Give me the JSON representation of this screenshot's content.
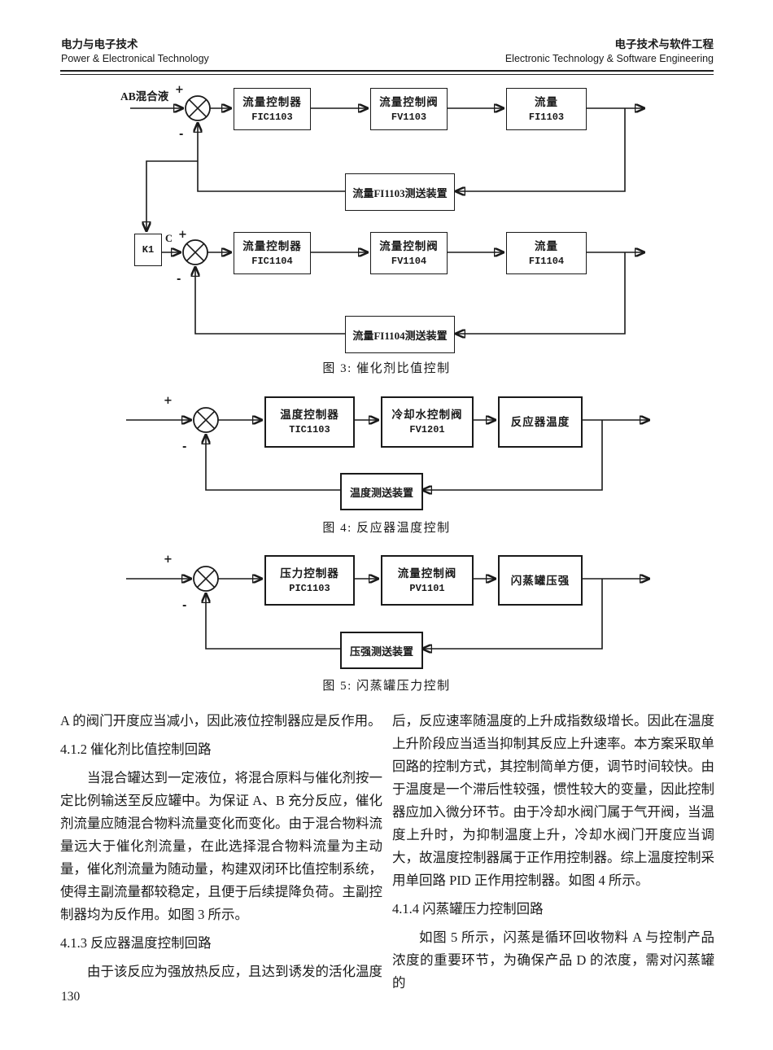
{
  "header": {
    "journal_cn_left": "电力与电子技术",
    "journal_en_left": "Power & Electronical Technology",
    "journal_cn_right": "电子技术与软件工程",
    "journal_en_right": "Electronic Technology & Software Engineering"
  },
  "figures": {
    "fig3": {
      "caption": "图 3: 催化剂比值控制",
      "input_label": "AB混合液",
      "ratio_block_label": "K1",
      "row1": {
        "plus": "+",
        "minus": "-",
        "controller_line1": "流量控制器",
        "controller_line2": "FIC1103",
        "valve_line1": "流量控制阀",
        "valve_line2": "FV1103",
        "process_line1": "流量",
        "process_line2": "FI1103",
        "feedback_label": "流量FI1103测送装置"
      },
      "row2": {
        "signal_label": "C",
        "plus": "+",
        "minus": "-",
        "controller_line1": "流量控制器",
        "controller_line2": "FIC1104",
        "valve_line1": "流量控制阀",
        "valve_line2": "FV1104",
        "process_line1": "流量",
        "process_line2": "FI1104",
        "feedback_label": "流量FI1104测送装置"
      }
    },
    "fig4": {
      "caption": "图 4: 反应器温度控制",
      "plus": "+",
      "minus": "-",
      "controller_line1": "温度控制器",
      "controller_line2": "TIC1103",
      "valve_line1": "冷却水控制阀",
      "valve_line2": "FV1201",
      "process_label": "反应器温度",
      "feedback_label": "温度测送装置"
    },
    "fig5": {
      "caption": "图 5: 闪蒸罐压力控制",
      "plus": "+",
      "minus": "-",
      "controller_line1": "压力控制器",
      "controller_line2": "PIC1103",
      "valve_line1": "流量控制阀",
      "valve_line2": "PV1101",
      "process_label": "闪蒸罐压强",
      "feedback_label": "压强测送装置"
    }
  },
  "body": {
    "left_column": {
      "para_continuation": "A 的阀门开度应当减小，因此液位控制器应是反作用。",
      "heading_412": "4.1.2 催化剂比值控制回路",
      "para_412": "当混合罐达到一定液位，将混合原料与催化剂按一定比例输送至反应罐中。为保证 A、B 充分反应，催化剂流量应随混合物料流量变化而变化。由于混合物料流量远大于催化剂流量，在此选择混合物料流量为主动量，催化剂流量为随动量，构建双闭环比值控制系统，使得主副流量都较稳定，且便于后续提降负荷。主副控制器均为反作用。如图 3 所示。",
      "heading_413": "4.1.3 反应器温度控制回路",
      "para_413": "由于该反应为强放热反应，且达到诱发的活化温度"
    },
    "right_column": {
      "para_413_cont": "后，反应速率随温度的上升成指数级增长。因此在温度上升阶段应当适当抑制其反应上升速率。本方案采取单回路的控制方式，其控制简单方便，调节时间较快。由于温度是一个滞后性较强，惯性较大的变量，因此控制器应加入微分环节。由于冷却水阀门属于气开阀，当温度上升时，为抑制温度上升，冷却水阀门开度应当调大，故温度控制器属于正作用控制器。综上温度控制采用单回路 PID 正作用控制器。如图 4 所示。",
      "heading_414": "4.1.4 闪蒸罐压力控制回路",
      "para_414": "如图 5 所示，闪蒸是循环回收物料 A 与控制产品浓度的重要环节，为确保产品 D 的浓度，需对闪蒸罐的"
    }
  },
  "footer": {
    "page_number": "130"
  }
}
